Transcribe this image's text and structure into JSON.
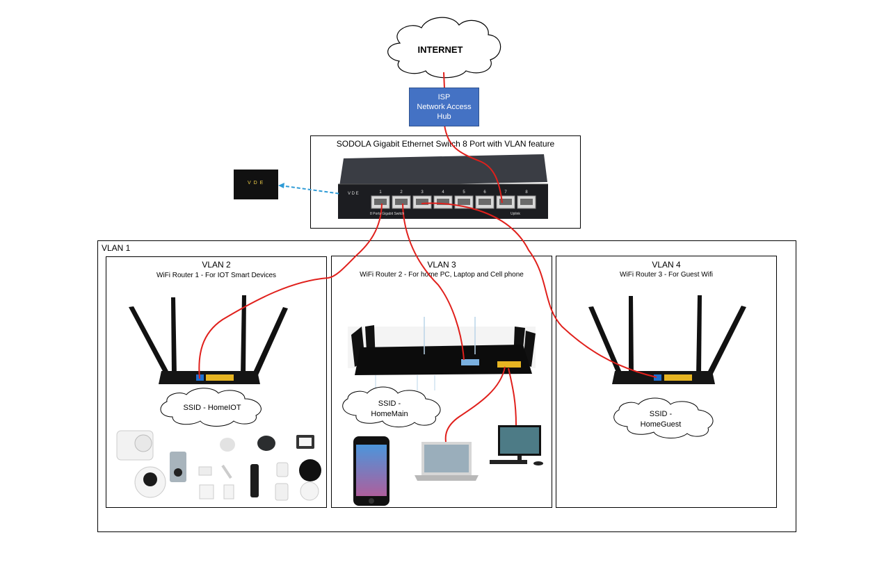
{
  "internet": {
    "label": "INTERNET"
  },
  "isp": {
    "lines": [
      "ISP",
      "Network Access",
      "Hub"
    ]
  },
  "switch": {
    "title": "SODOLA Gigabit Ethernet Switch 8 Port with VLAN feature",
    "port_numbers": [
      "1",
      "2",
      "3",
      "4",
      "5",
      "6",
      "7",
      "8"
    ],
    "bottom_label": "8 Ports Gigabit Switch",
    "uplink_label": "Uplink",
    "power_label": "V D E"
  },
  "power_adapter": {
    "label": "V D E"
  },
  "vlan1": {
    "title": "VLAN 1"
  },
  "vlan2": {
    "title": "VLAN 2",
    "subtitle": "WiFi Router 1 - For IOT Smart Devices",
    "ssid": [
      "SSID - HomeIOT"
    ]
  },
  "vlan3": {
    "title": "VLAN 3",
    "subtitle": "WiFi Router 2 - For home PC, Laptop and Cell phone",
    "ssid": [
      "SSID -",
      "HomeMain"
    ]
  },
  "vlan4": {
    "title": "VLAN 4",
    "subtitle": "WiFi Router 3 - For Guest Wifi",
    "ssid": [
      "SSID -",
      "HomeGuest"
    ]
  },
  "colors": {
    "cable": "#e0201c",
    "isp_fill": "#4472c4",
    "dashed_link": "#2e9bd6",
    "port_blue": "#1e6fd0",
    "port_yellow": "#e6b422"
  }
}
